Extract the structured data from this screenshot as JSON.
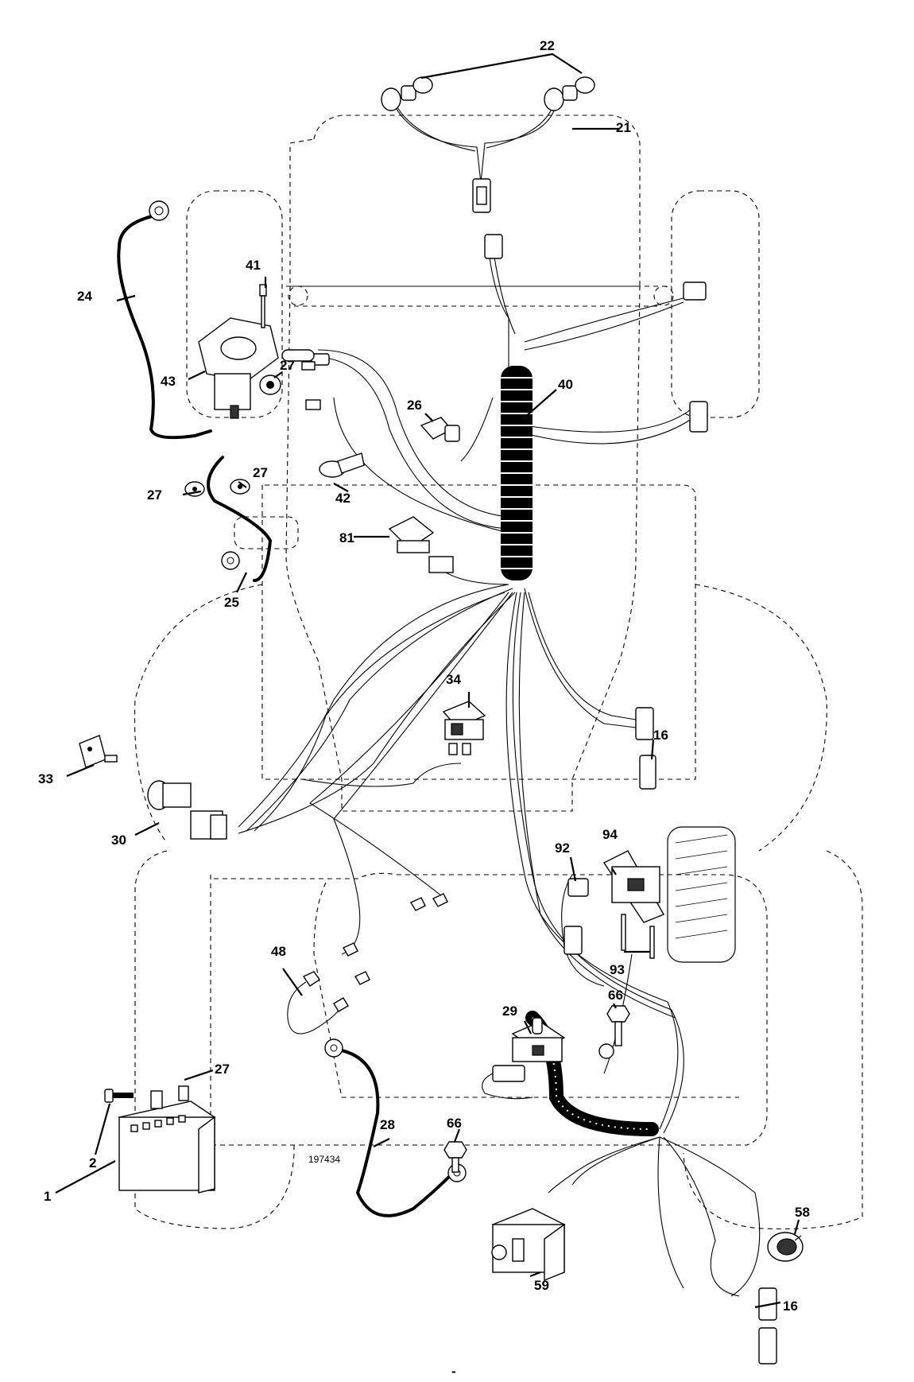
{
  "callouts": {
    "c22": "22",
    "c21": "21",
    "c24": "24",
    "c41": "41",
    "c43": "43",
    "c27a": "27",
    "c27b": "27",
    "c27c": "27",
    "c27d": "27",
    "c40": "40",
    "c26": "26",
    "c42": "42",
    "c81": "81",
    "c25": "25",
    "c34": "34",
    "c16a": "16",
    "c16b": "16",
    "c33": "33",
    "c30": "30",
    "c92": "92",
    "c94": "94",
    "c93": "93",
    "c48": "48",
    "c29": "29",
    "c66a": "66",
    "c66b": "66",
    "c28": "28",
    "c2": "2",
    "c1": "1",
    "c58": "58",
    "c59": "59"
  },
  "drawing_number": "197434",
  "footer_mark": "-"
}
